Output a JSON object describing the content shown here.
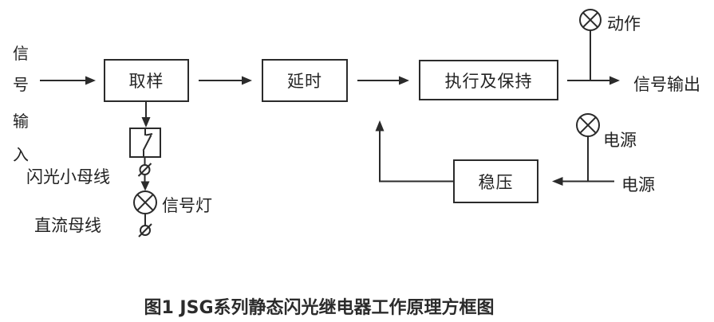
{
  "figure": {
    "input": {
      "chars": [
        "信",
        "号",
        "输",
        "入"
      ]
    },
    "boxes": {
      "sampling": {
        "label": "取样"
      },
      "delay": {
        "label": "延时"
      },
      "execute_hold": {
        "label": "执行及保持"
      },
      "voltage_regulator": {
        "label": "稳压"
      }
    },
    "lamps": {
      "action": {
        "label": "动作"
      },
      "power": {
        "label": "电源"
      },
      "signal": {
        "label": "信号灯"
      }
    },
    "labels": {
      "signal_output": "信号输出",
      "power_source": "电源",
      "flash_bus": "闪光小母线",
      "dc_bus": "直流母线"
    },
    "caption": "图1  JSG系列静态闪光继电器工作原理方框图",
    "colors": {
      "stroke": "#2b2b2b",
      "text": "#232323",
      "background": "#ffffff"
    }
  }
}
